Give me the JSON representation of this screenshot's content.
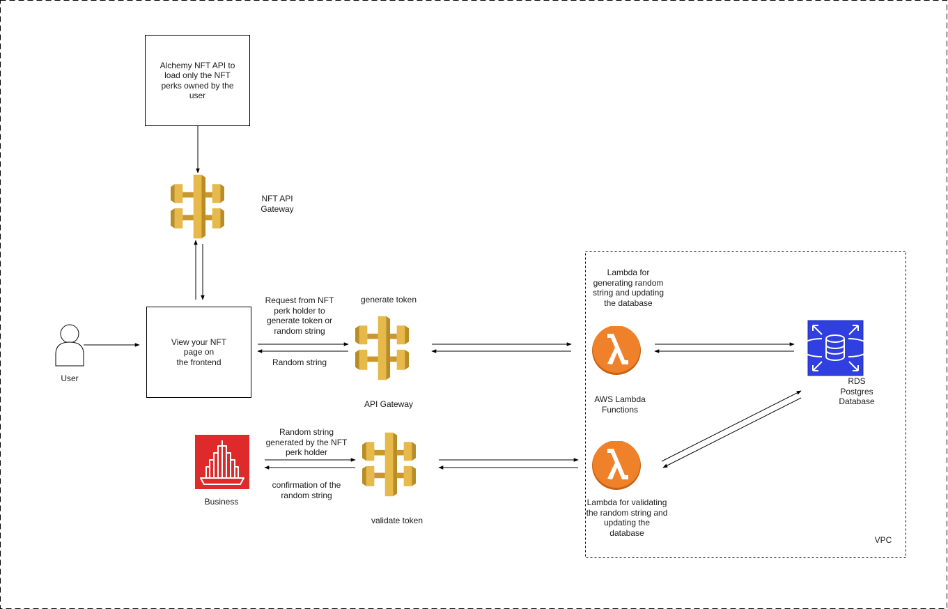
{
  "diagram": {
    "alchemy_box": "Alchemy NFT API  to\nload only the NFT\nperks owned by the\nuser",
    "nft_gateway": "NFT API\nGateway",
    "frontend_box": "View your NFT\npage on\nthe frontend",
    "user": "User",
    "request_msg": "Request from NFT\nperk holder to\ngenerate token or\nrandom string",
    "random_string_reply": "Random string",
    "generate_token": "generate token",
    "api_gateway": "API Gateway",
    "lambda_generate": "Lambda for\ngenerating random\nstring and updating\nthe database",
    "lambda_functions": "AWS Lambda\nFunctions",
    "lambda_validate": "Lambda for validating\nthe random string and\nupdating the\ndatabase",
    "rds": "RDS\nPostgres\nDatabase",
    "business": "Business",
    "business_msg": "Random string\ngenerated by the NFT\nperk holder",
    "confirmation_msg": "confirmation of the\nrandom string",
    "validate_token": "validate token",
    "vpc": "VPC"
  },
  "colors": {
    "gateway_light": "#e6b94a",
    "gateway_dark": "#b98d24",
    "lambda": "#f0812b",
    "rds": "#2f3fe0",
    "business": "#de2a2a"
  },
  "icons": [
    "api-gateway-icon",
    "aws-lambda-icon",
    "rds-database-icon",
    "user-icon",
    "business-building-icon"
  ]
}
